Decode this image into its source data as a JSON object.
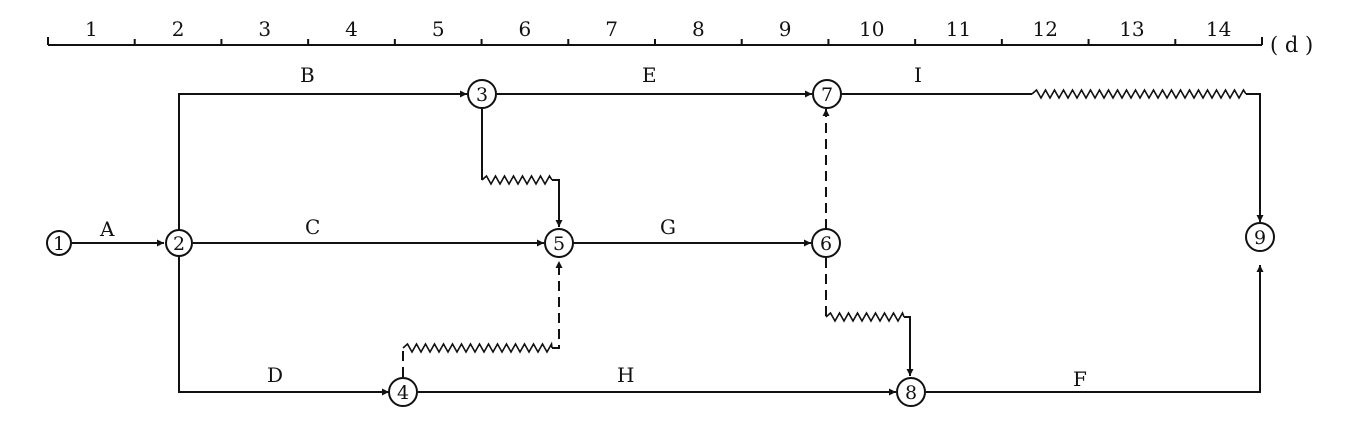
{
  "timescale": {
    "labels": [
      "1",
      "2",
      "3",
      "4",
      "5",
      "6",
      "7",
      "8",
      "9",
      "10",
      "11",
      "12",
      "13",
      "14"
    ],
    "unit": "( d )"
  },
  "nodes": [
    {
      "id": "n1",
      "label": "1"
    },
    {
      "id": "n2",
      "label": "2"
    },
    {
      "id": "n3",
      "label": "3"
    },
    {
      "id": "n4",
      "label": "4"
    },
    {
      "id": "n5",
      "label": "5"
    },
    {
      "id": "n6",
      "label": "6"
    },
    {
      "id": "n7",
      "label": "7"
    },
    {
      "id": "n8",
      "label": "8"
    },
    {
      "id": "n9",
      "label": "9"
    }
  ],
  "activities": [
    {
      "label": "A",
      "from": "1",
      "to": "2"
    },
    {
      "label": "B",
      "from": "2",
      "to": "3"
    },
    {
      "label": "C",
      "from": "2",
      "to": "5"
    },
    {
      "label": "D",
      "from": "2",
      "to": "4"
    },
    {
      "label": "E",
      "from": "3",
      "to": "7"
    },
    {
      "label": "G",
      "from": "5",
      "to": "6"
    },
    {
      "label": "H",
      "from": "4",
      "to": "8"
    },
    {
      "label": "I",
      "from": "7",
      "to": "9"
    },
    {
      "label": "F",
      "from": "8",
      "to": "9"
    }
  ],
  "dummy_activities": [
    {
      "from": "3",
      "to": "5"
    },
    {
      "from": "4",
      "to": "5"
    },
    {
      "from": "6",
      "to": "7"
    },
    {
      "from": "6",
      "to": "8"
    }
  ]
}
